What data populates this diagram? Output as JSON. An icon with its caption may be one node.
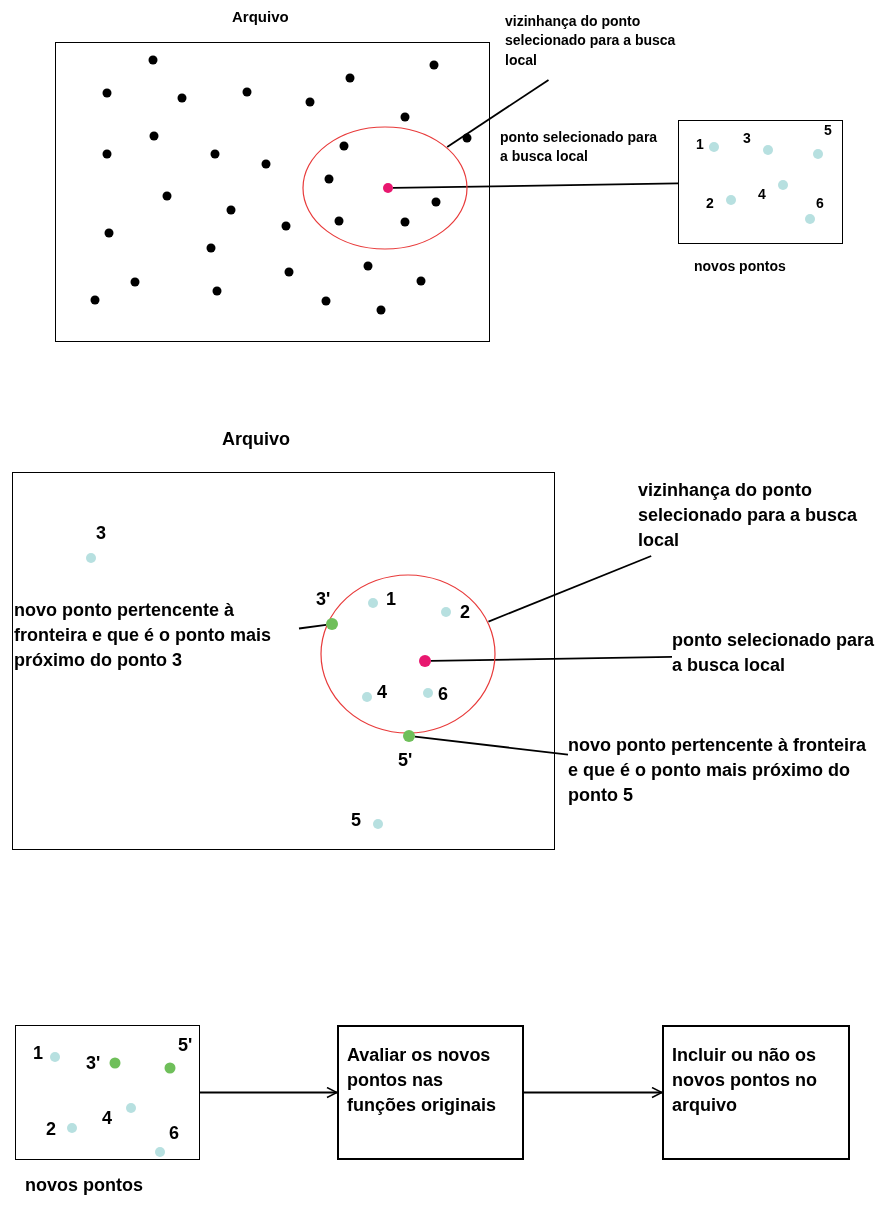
{
  "diagram": {
    "nodes": [
      {
        "text": [
          "Arquivo"
        ]
      },
      {
        "text": [],
        "shape": "ellipse",
        "in": 0
      },
      {
        "text": [
          "vizinhança do ponto selecionado para a busca local"
        ]
      },
      {
        "text": [],
        "shape": "circle",
        "in": 1
      },
      {
        "text": [
          "novos pontos"
        ]
      },
      {
        "text": [
          "Arquivo"
        ]
      },
      {
        "text": [],
        "shape": "ellipse",
        "in": 5
      },
      {
        "text": [],
        "shape": "circle",
        "in": 6
      },
      {
        "text": [
          "vizinhança do ponto selecionado para a busca local"
        ]
      },
      {
        "text": [
          "ponto selecionado para a busca local"
        ]
      },
      {
        "text": [],
        "shape": "circle",
        "in": 6
      },
      {
        "text": [
          "novo ponto pertencente à fronteira e que é o ponto mais próximo do ponto 3"
        ],
        "in": 5
      },
      {
        "text": [],
        "shape": "circle",
        "in": 5
      },
      {
        "text": [
          "novo ponto pertencente à fronteira e que é o ponto mais próximo do ponto 5"
        ]
      },
      {
        "text": [
          "novos pontos"
        ]
      },
      {
        "text": [
          "Avaliar os  novos pontos nas funções originais"
        ]
      },
      {
        "text": [
          "Incluir ou não os novos pontos no arquivo"
        ]
      }
    ],
    "edges": [
      {
        "from": 2,
        "to": 1,
        "arrow": "none"
      },
      {
        "from": 3,
        "to": 4,
        "arrow": "none",
        "label": "ponto selecionado para a busca local"
      },
      {
        "from": 8,
        "to": 6,
        "arrow": "none"
      },
      {
        "from": 7,
        "to": 9,
        "arrow": "none"
      },
      {
        "from": 11,
        "to": 10,
        "arrow": "none"
      },
      {
        "from": 12,
        "to": 13,
        "arrow": "none"
      },
      {
        "from": 14,
        "to": 15,
        "arrow": "to"
      },
      {
        "from": 15,
        "to": 16,
        "arrow": "to"
      }
    ],
    "labels": [
      "1",
      "3",
      "5",
      "2",
      "4",
      "6",
      "3",
      "3'",
      "1",
      "2",
      "4",
      "6",
      "5'",
      "5",
      "1",
      "3'",
      "5'",
      "2",
      "4",
      "6"
    ]
  }
}
